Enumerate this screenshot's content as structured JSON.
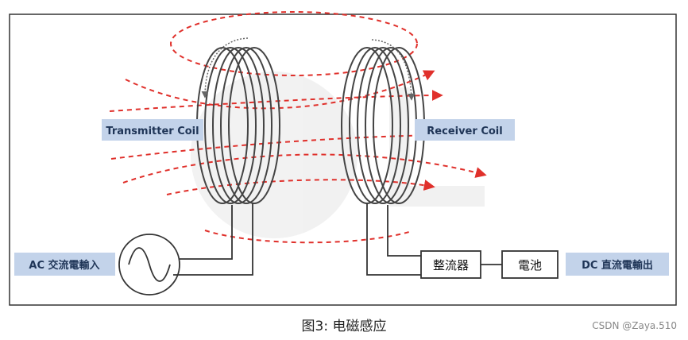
{
  "top_strip": "",
  "labels": {
    "transmitter_coil": "Transmitter Coil",
    "receiver_coil": "Receiver Coil",
    "ac_input": "AC 交流電輸入",
    "rectifier": "整流器",
    "battery": "電池",
    "dc_output": "DC 直流電輸出"
  },
  "caption": "图3: 电磁感应",
  "watermark": "CSDN @Zaya.510",
  "colors": {
    "label_bg": "#c3d3ea",
    "label_text": "#1f3557",
    "field_line": "#e0302b",
    "coil": "#444444",
    "frame": "#333333"
  }
}
